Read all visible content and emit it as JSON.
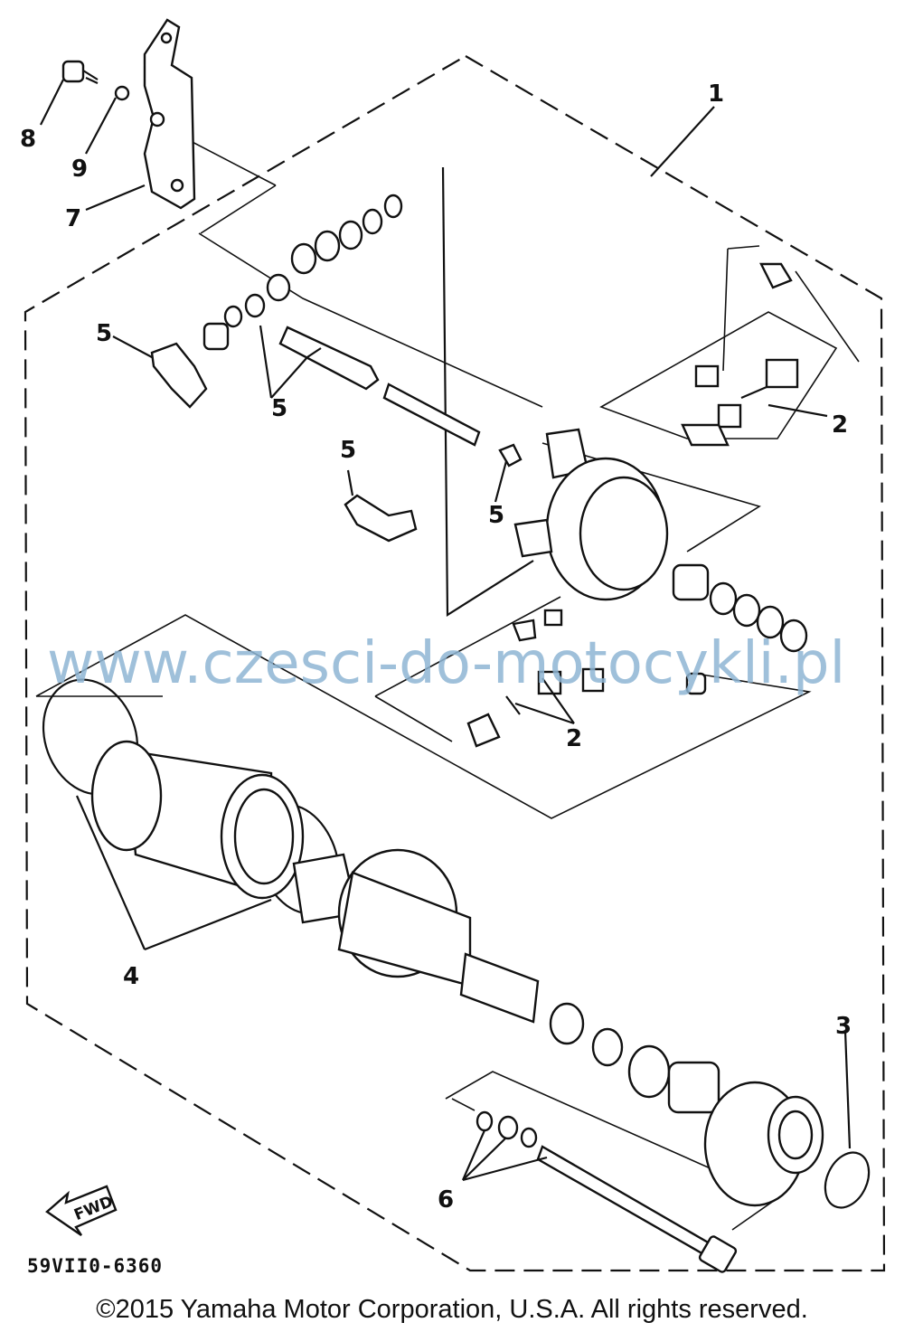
{
  "diagram": {
    "callouts": {
      "c1": "1",
      "c2a": "2",
      "c2b": "2",
      "c3": "3",
      "c4": "4",
      "c5a": "5",
      "c5b": "5",
      "c5c": "5",
      "c5d": "5",
      "c6": "6",
      "c7": "7",
      "c8": "8",
      "c9": "9"
    },
    "fwd_label": "FWD",
    "drawing_code": "59VII0-6360",
    "watermark": "www.czesci-do-motocykli.pl",
    "copyright": "©2015 Yamaha Motor Corporation, U.S.A. All rights reserved."
  }
}
